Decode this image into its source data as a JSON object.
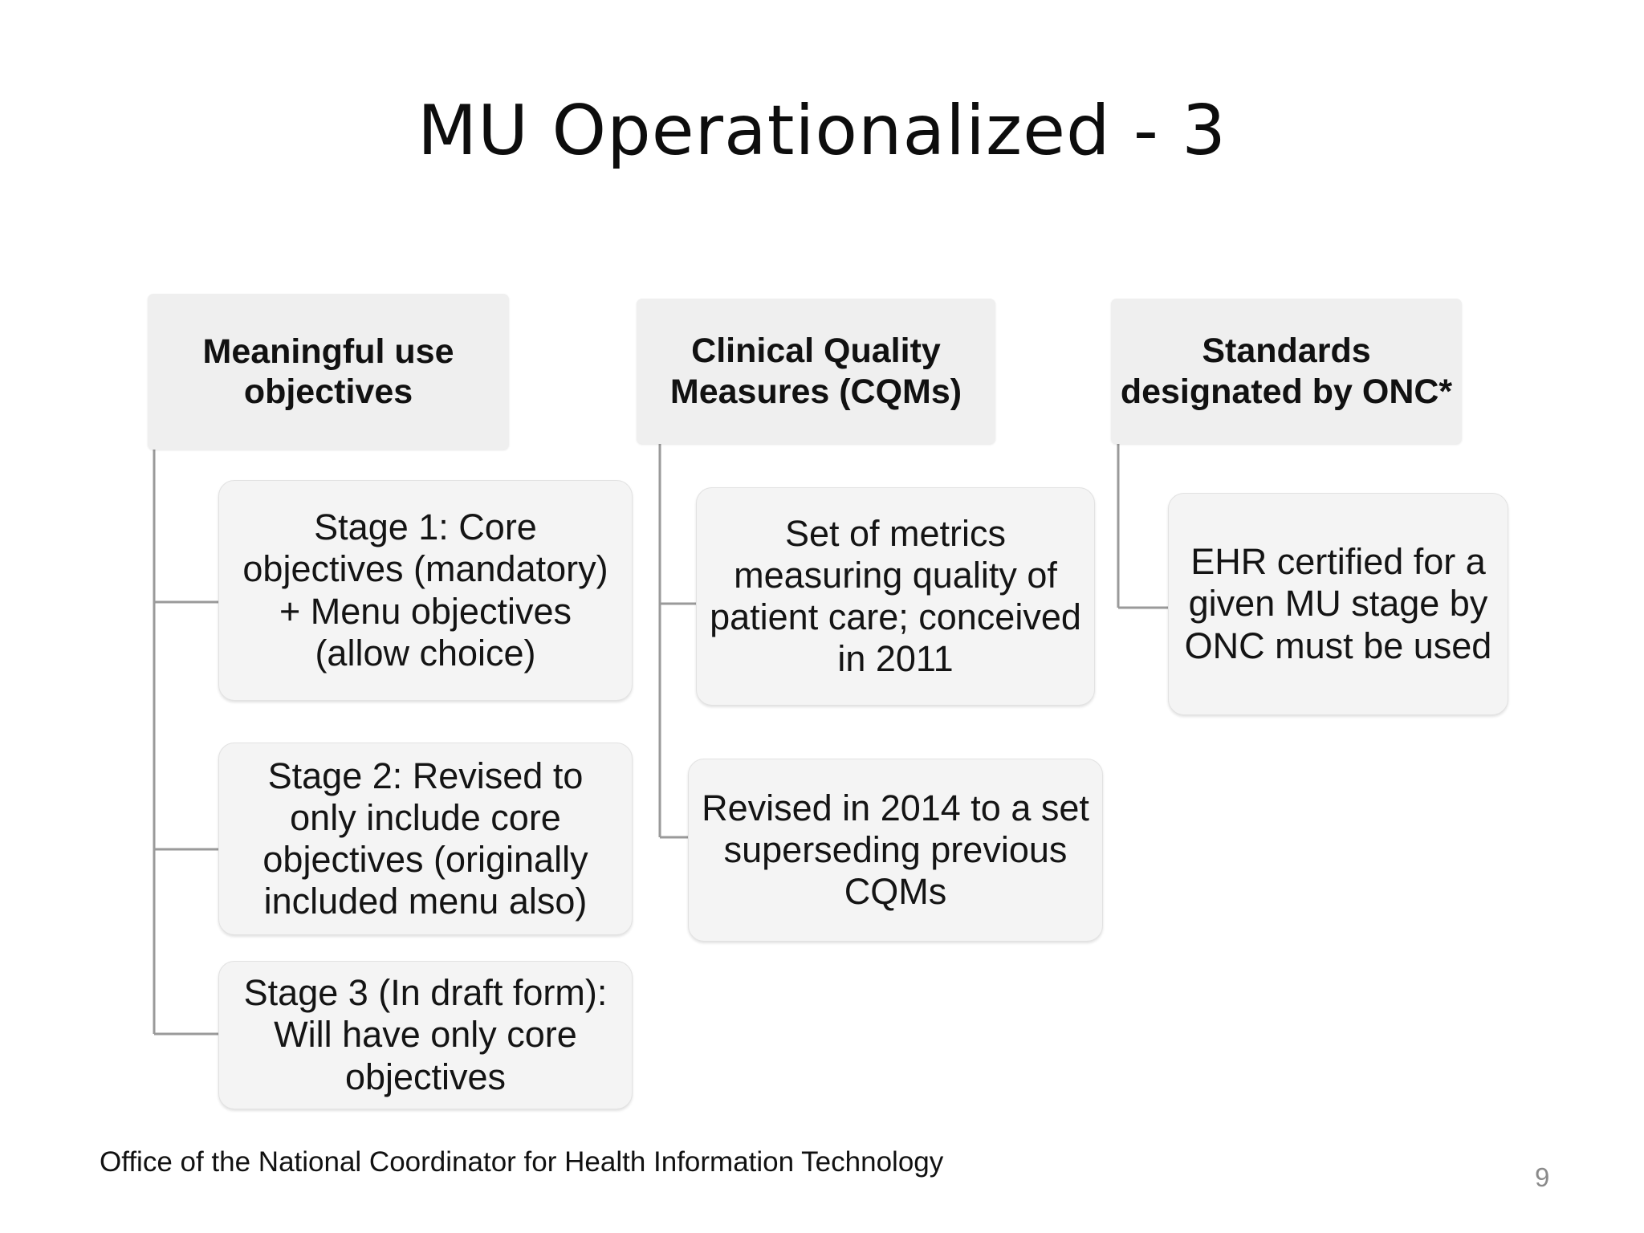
{
  "slide": {
    "title": "MU Operationalized - 3",
    "page_number": "9",
    "footer": "Office of the National Coordinator for Health Information Technology"
  },
  "colors": {
    "header_box_fill": "#efefef",
    "child_box_fill": "#f4f4f4",
    "connector_line": "#9a9a9a",
    "text": "#111111",
    "page_number": "#8a8a8a",
    "background": "#ffffff"
  },
  "diagram": {
    "type": "tree",
    "columns": [
      {
        "header": "Meaningful use objectives",
        "children": [
          "Stage 1: Core objectives (mandatory) + Menu objectives (allow choice)",
          "Stage 2: Revised to only include core objectives (originally included menu also)",
          "Stage 3 (In draft form): Will have only core objectives"
        ]
      },
      {
        "header": "Clinical Quality Measures (CQMs)",
        "children": [
          "Set of metrics measuring quality of patient care; conceived in 2011",
          "Revised in 2014 to a set superseding previous CQMs"
        ]
      },
      {
        "header": "Standards designated by ONC*",
        "children": [
          "EHR certified for a given MU stage by ONC must be used"
        ]
      }
    ]
  }
}
